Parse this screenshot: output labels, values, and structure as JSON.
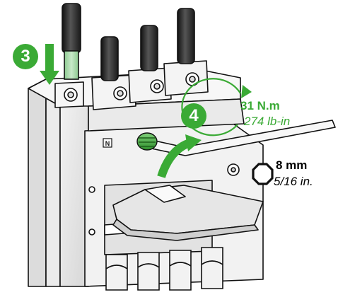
{
  "steps": {
    "step3_number": "3",
    "step4_number": "4"
  },
  "torque": {
    "value": "31 N.m",
    "alt": "274 lb-in"
  },
  "hex_key": {
    "size": "8 mm",
    "alt": "5/16 in."
  },
  "breaker": {
    "neutral_marker": "N"
  },
  "colors": {
    "accent_green": "#3aaa35",
    "light_green": "#a5d6a7",
    "cable_dark": "#2b2b2b",
    "outline": "#111111",
    "body_gray": "#e6e6e6"
  }
}
